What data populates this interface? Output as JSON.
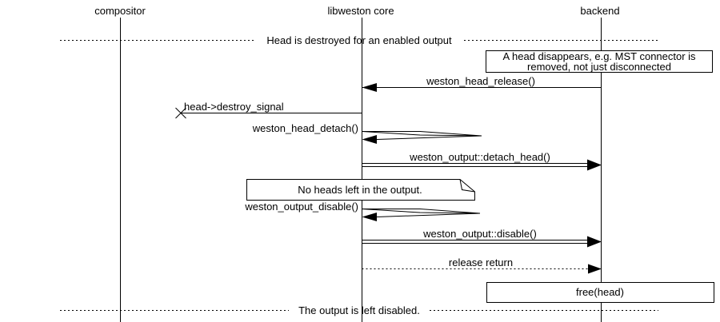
{
  "participants": [
    {
      "label": "compositor"
    },
    {
      "label": "libweston core"
    },
    {
      "label": "backend"
    }
  ],
  "dividers": [
    {
      "label": "Head is destroyed for an enabled output"
    },
    {
      "label": "The output is left disabled."
    }
  ],
  "notes": {
    "head_disappears": {
      "line1": "A head disappears, e.g. MST connector is",
      "line2": "removed, not just disconnected"
    },
    "no_heads": {
      "label": "No heads left in the output."
    },
    "free_head": {
      "label": "free(head)"
    }
  },
  "messages": {
    "head_release": {
      "label": "weston_head_release()"
    },
    "destroy_signal": {
      "label": "head->destroy_signal"
    },
    "head_detach": {
      "label": "weston_head_detach()"
    },
    "detach_head": {
      "label": "weston_output::detach_head()"
    },
    "output_disable_call": {
      "label": "weston_output_disable()"
    },
    "output_disable": {
      "label": "weston_output::disable()"
    },
    "release_return": {
      "label": "release return"
    }
  },
  "colors": {
    "stroke": "#000000",
    "background": "#ffffff"
  }
}
